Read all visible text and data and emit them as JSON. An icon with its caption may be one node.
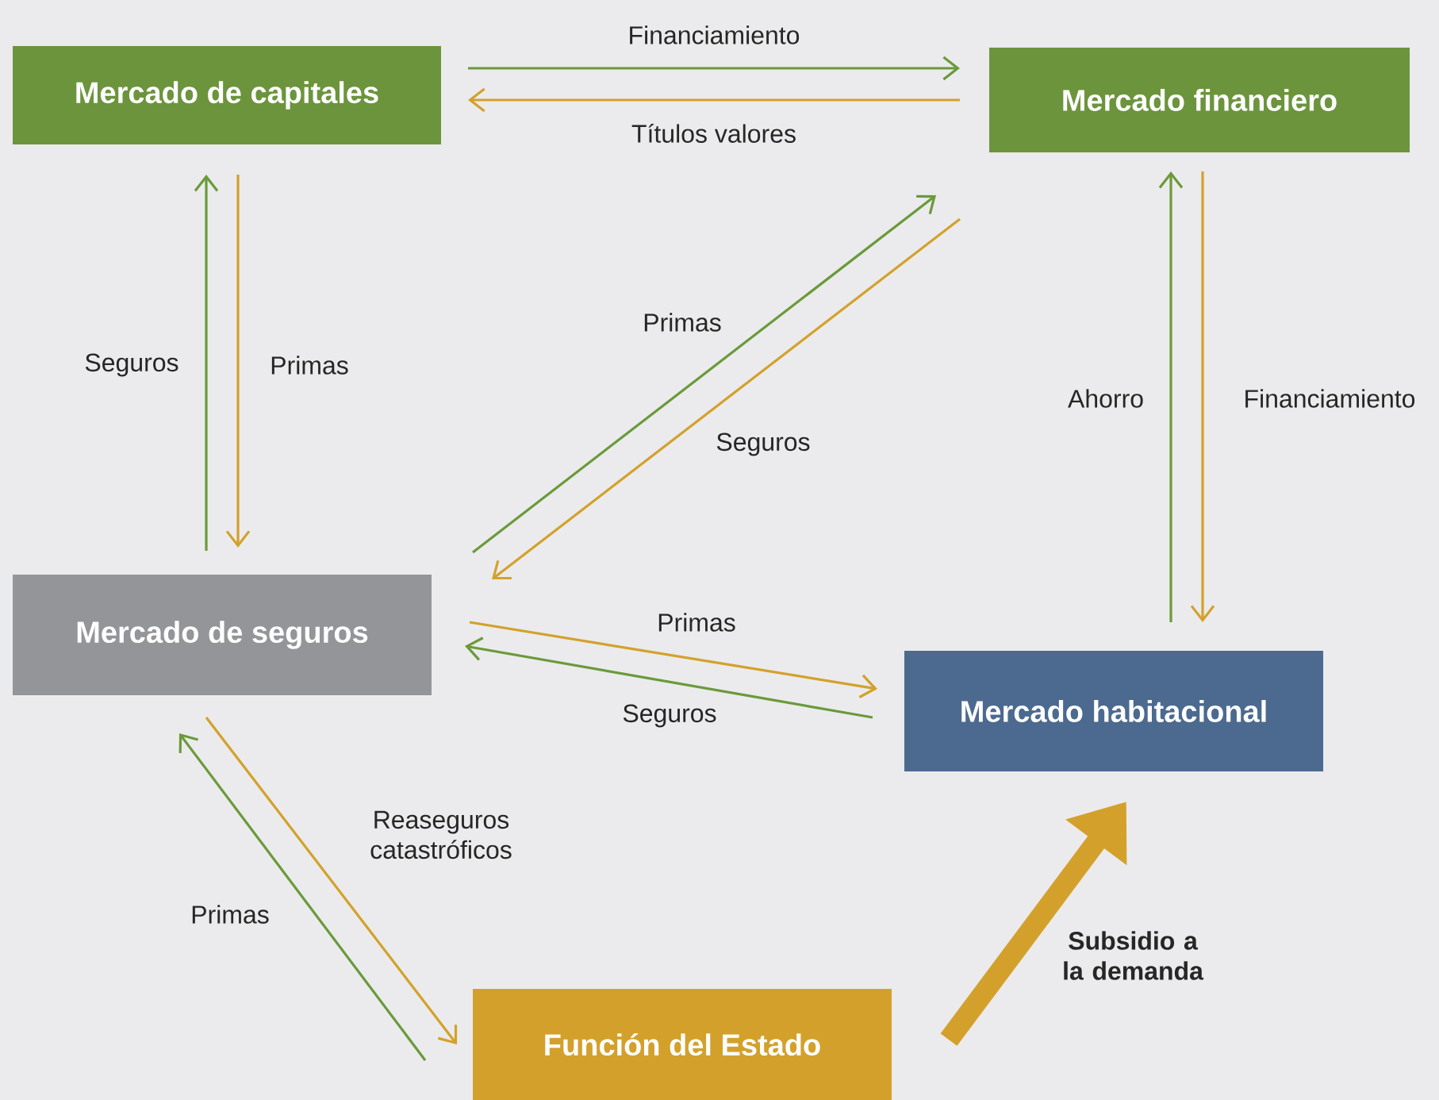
{
  "diagram": {
    "nodes": [
      {
        "text": [
          "Mercado de capitales"
        ]
      },
      {
        "text": [
          "Mercado financiero"
        ]
      },
      {
        "text": [
          "Mercado de seguros"
        ]
      },
      {
        "text": [
          "Mercado habitacional"
        ]
      },
      {
        "text": [
          "Función del Estado"
        ]
      }
    ],
    "edges": [
      {
        "from": 0,
        "to": 1,
        "arrow": "to",
        "label": "Financiamiento",
        "color": "#6a9a3a"
      },
      {
        "from": 1,
        "to": 0,
        "arrow": "to",
        "label": "Títulos valores"
      },
      {
        "from": 2,
        "to": 0,
        "arrow": "to",
        "label": "Seguros",
        "color": "#6a9a3a"
      },
      {
        "from": 0,
        "to": 2,
        "arrow": "to",
        "label": "Primas"
      },
      {
        "from": 2,
        "to": 1,
        "arrow": "to",
        "label": "Primas",
        "color": "#6a9a3a"
      },
      {
        "from": 1,
        "to": 2,
        "arrow": "to",
        "label": "Seguros"
      },
      {
        "from": 3,
        "to": 1,
        "arrow": "to",
        "label": "Ahorro",
        "color": "#6a9a3a"
      },
      {
        "from": 1,
        "to": 3,
        "arrow": "to",
        "label": "Financiamiento"
      },
      {
        "from": 2,
        "to": 3,
        "arrow": "to",
        "label": "Primas"
      },
      {
        "from": 3,
        "to": 2,
        "arrow": "to",
        "label": "Seguros",
        "color": "#6a9a3a"
      },
      {
        "from": 2,
        "to": 4,
        "arrow": "to",
        "label": "Reaseguros catastróficos"
      },
      {
        "from": 4,
        "to": 2,
        "arrow": "to",
        "label": "Primas",
        "color": "#6a9a3a"
      },
      {
        "from": 4,
        "to": 3,
        "arrow": "to",
        "label": "Subsidio a la demanda",
        "style": "thick"
      }
    ]
  }
}
